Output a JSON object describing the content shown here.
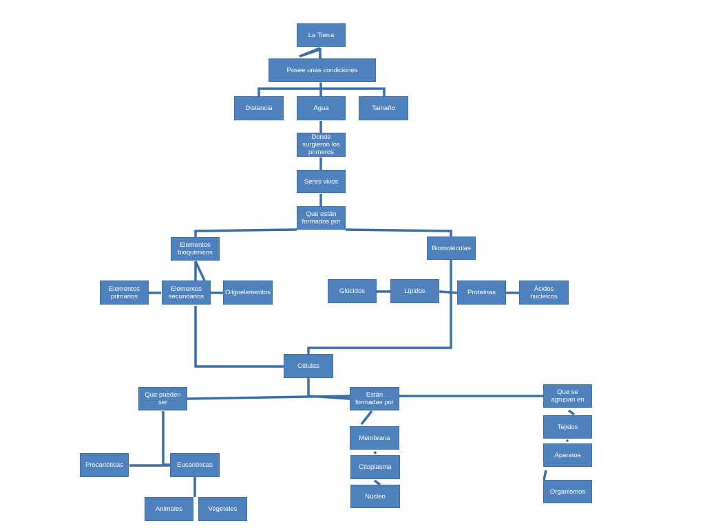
{
  "nodes": {
    "la_tierra": "La Tierra",
    "posee": "Posee unas condiciones",
    "distancia": "Distancia",
    "agua": "Agua",
    "tamano": "Tamaño",
    "donde": "Donde surgieron los primeros",
    "seres_vivos": "Seres vivos",
    "que_estan": "Que están formados por",
    "elementos_bioquimicos": "Elementos bioquímicos",
    "biomoleculas": "Biomoléculas",
    "elementos_primarios": "Elementos primarios",
    "elementos_secundarios": "Elementos secundarios",
    "oligoelementos": "Oligoelementos",
    "glucidos": "Glúcidos",
    "lipidos": "Lípidos",
    "proteinas": "Proteínas",
    "acidos_nucleicos": "Ácidos nucleicos",
    "celulas": "Células",
    "que_pueden_ser": "Que pueden ser",
    "estan_formadas_por": "Están formadas por",
    "que_se_agrupan": "Que se agrupan en",
    "procariotas": "Procarióticas",
    "eucariotas": "Eucarióticas",
    "animales": "Animales",
    "vegetales": "Vegetales",
    "membrana": "Membrana",
    "citoplasma": "Citoplasma",
    "nucleo": "Núcleo",
    "tejidos": "Tejidos",
    "aparatos": "Aparatos",
    "organismos": "Organismos"
  },
  "colors": {
    "node_fill": "#4f81bd",
    "connector": "#3b6ea5",
    "text": "#ffffff"
  }
}
